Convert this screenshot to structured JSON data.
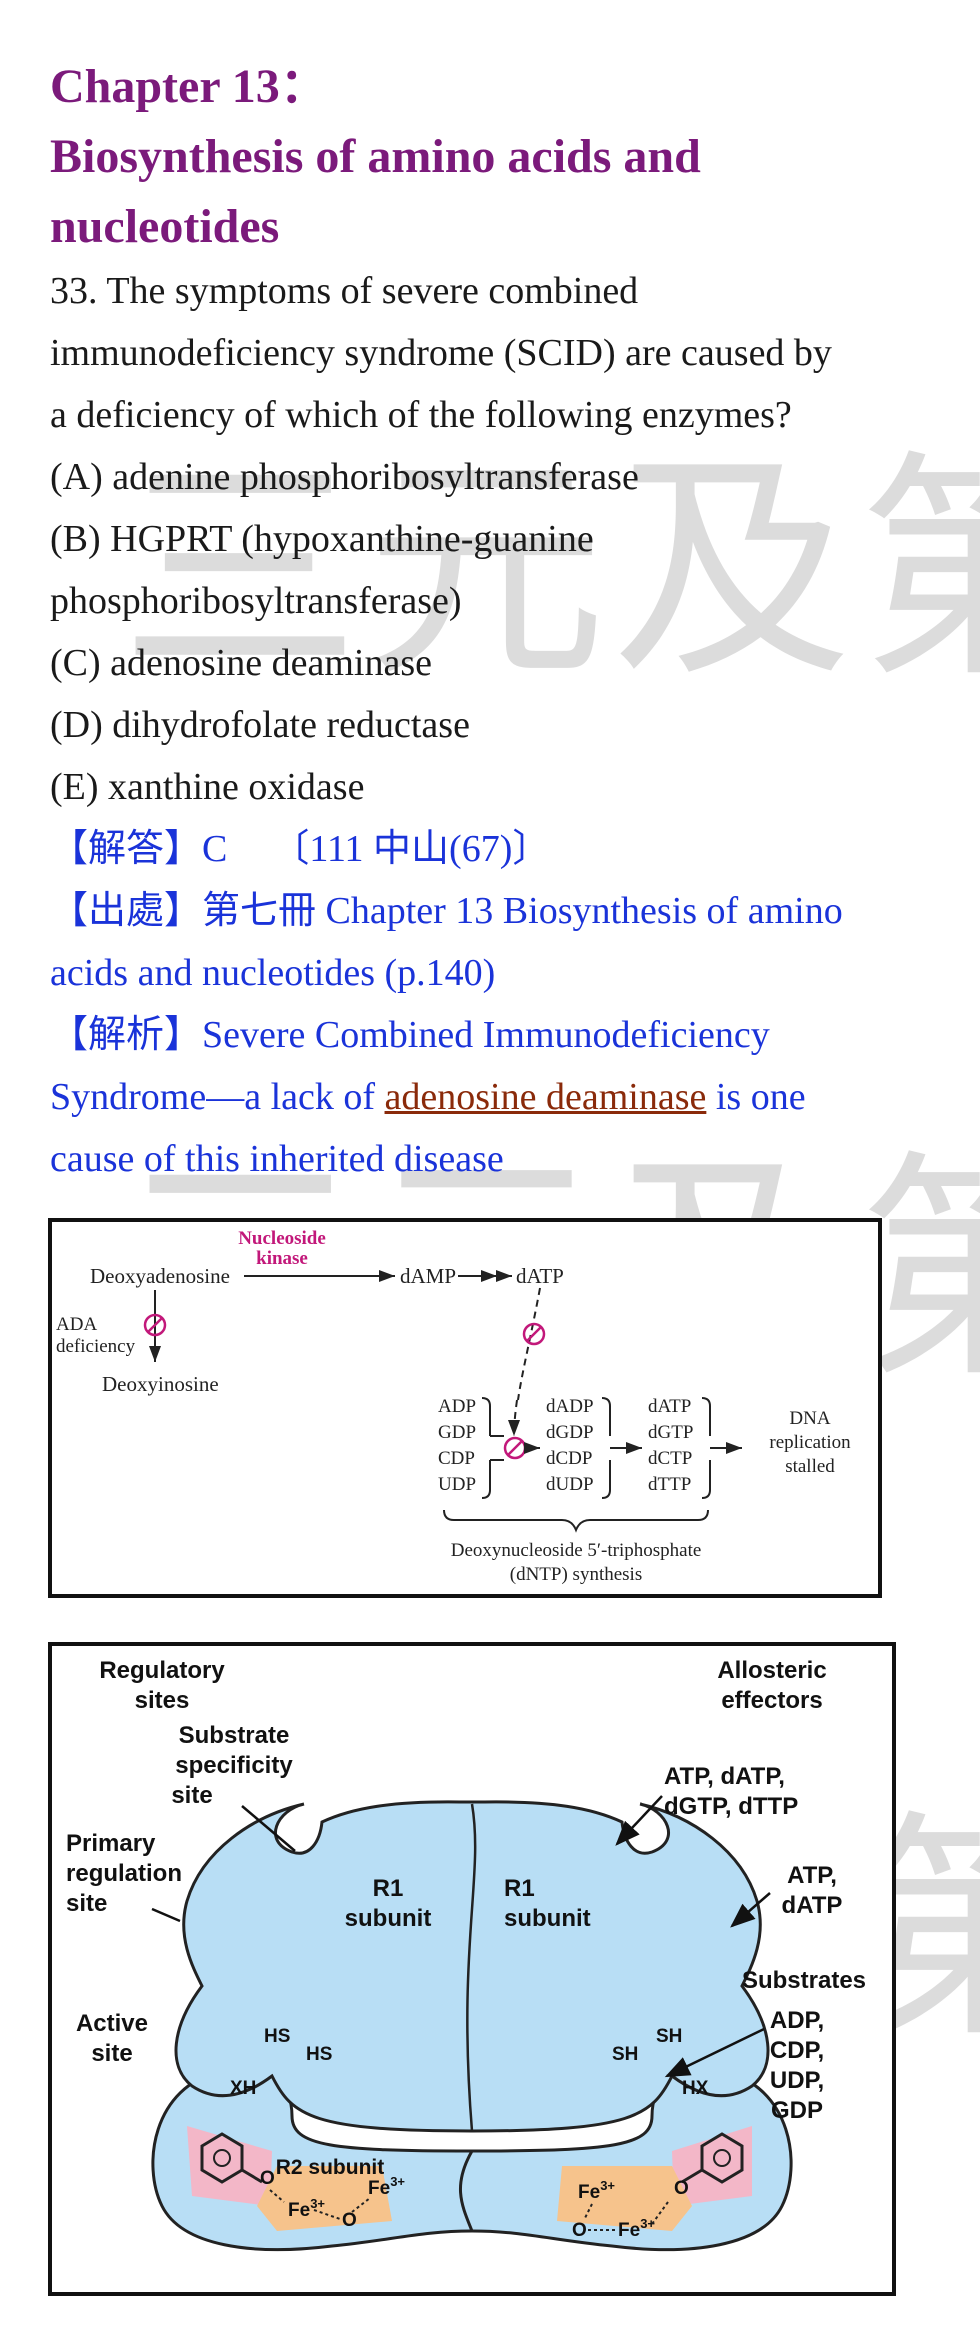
{
  "header": {
    "title_line1": "Chapter 13：",
    "title_line2": "Biosynthesis of amino acids and",
    "title_line3": "nucleotides"
  },
  "question": {
    "line1": "33. The symptoms of severe combined",
    "line2": "immunodeficiency syndrome (SCID) are caused by",
    "line3": "a deficiency of which of the following enzymes?",
    "options": [
      "(A) adenine phosphoribosyltransferase",
      "(B) HGPRT (hypoxanthine-guanine",
      "phosphoribosyltransferase)",
      "(C) adenosine deaminase",
      "(D) dihydrofolate reductase",
      "(E) xanthine oxidase"
    ]
  },
  "answer": {
    "label": "【解答】",
    "value": "C",
    "source": "〔111 中山(67)〕"
  },
  "reference": {
    "label": "【出處】",
    "text1": "第七冊  Chapter 13 Biosynthesis of amino",
    "text2": "acids and nucleotides (p.140)"
  },
  "analysis": {
    "label": "【解析】",
    "text1": "Severe Combined Immunodeficiency",
    "text2_before": "Syndrome—a lack of ",
    "text2_link": "adenosine deaminase",
    "text2_after": " is one",
    "text3": "cause of this inherited disease"
  },
  "figure1": {
    "nucleoside_kinase": "Nucleoside",
    "nucleoside_kinase2": "kinase",
    "deoxyadenosine": "Deoxyadenosine",
    "damp": "dAMP",
    "datp": "dATP",
    "ada1": "ADA",
    "ada2": "deficiency",
    "deoxyinosine": "Deoxyinosine",
    "col1": [
      "ADP",
      "GDP",
      "CDP",
      "UDP"
    ],
    "col2": [
      "dADP",
      "dGDP",
      "dCDP",
      "dUDP"
    ],
    "col3": [
      "dATP",
      "dGTP",
      "dCTP",
      "dTTP"
    ],
    "dna1": "DNA",
    "dna2": "replication",
    "dna3": "stalled",
    "synth1": "Deoxynucleoside 5′-triphosphate",
    "synth2": "(dNTP) synthesis"
  },
  "figure2": {
    "reg1": "Regulatory",
    "reg2": "sites",
    "allo1": "Allosteric",
    "allo2": "effectors",
    "sub1": "Substrate",
    "sub2": "specificity",
    "sub3": "site",
    "eff1": "ATP, dATP,",
    "eff2": "dGTP, dTTP",
    "prim1": "Primary",
    "prim2": "regulation",
    "prim3": "site",
    "atp1": "ATP,",
    "atp2": "dATP",
    "r1a": "R1",
    "r1b": "subunit",
    "substrates": "Substrates",
    "subs": [
      "ADP,",
      "CDP,",
      "UDP,",
      "GDP"
    ],
    "act1": "Active",
    "act2": "site",
    "hs": "HS",
    "sh": "SH",
    "xh": "XH",
    "hx": "HX",
    "r2": "R2 subunit",
    "fe": "Fe",
    "fe_sup": "3+",
    "o": "O"
  },
  "watermark": "三元及第"
}
